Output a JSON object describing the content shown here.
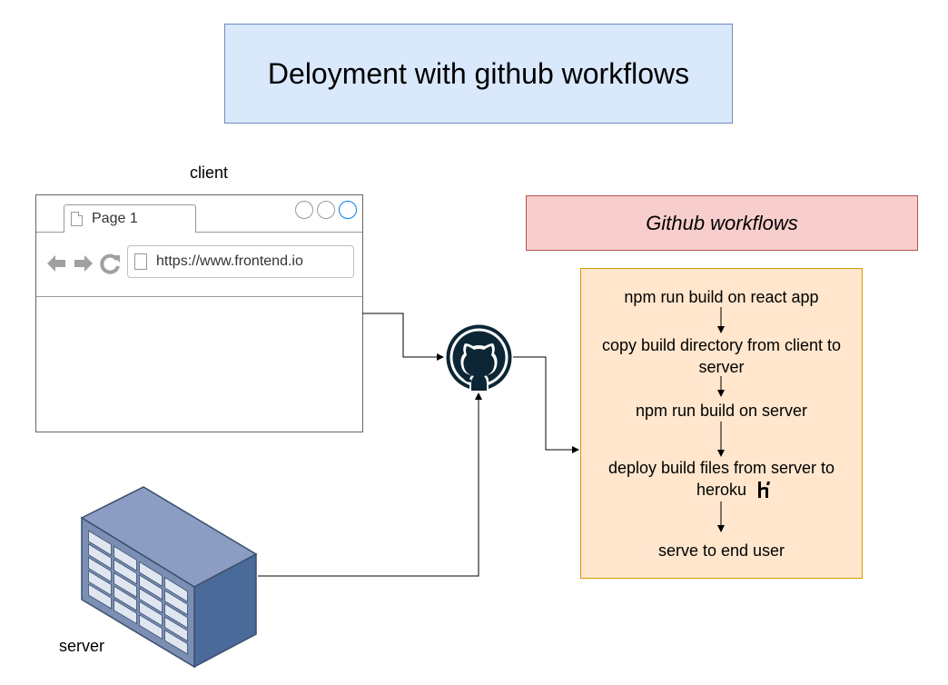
{
  "title": "Deloyment with github workflows",
  "client": {
    "label": "client",
    "browser": {
      "tab_label": "Page 1",
      "url": "https://www.frontend.io"
    }
  },
  "server": {
    "label": "server"
  },
  "workflows": {
    "header": "Github workflows",
    "steps": [
      "npm run build on react app",
      "copy build directory from client to server",
      "npm run build on server",
      "deploy build files from server to heroku",
      "serve to end user"
    ]
  },
  "icons": {
    "hub": "github-icon",
    "server": "server-rack-icon",
    "heroku": "heroku-icon"
  },
  "colors": {
    "title_fill": "#dae8fc",
    "title_stroke": "#6c8ebf",
    "header_fill": "#f8cecc",
    "header_stroke": "#b85450",
    "steps_fill": "#ffe6cc",
    "steps_stroke": "#d79b00",
    "github": "#0d2636",
    "server_front": "#7b8fb4",
    "server_side": "#4a6a9a"
  }
}
